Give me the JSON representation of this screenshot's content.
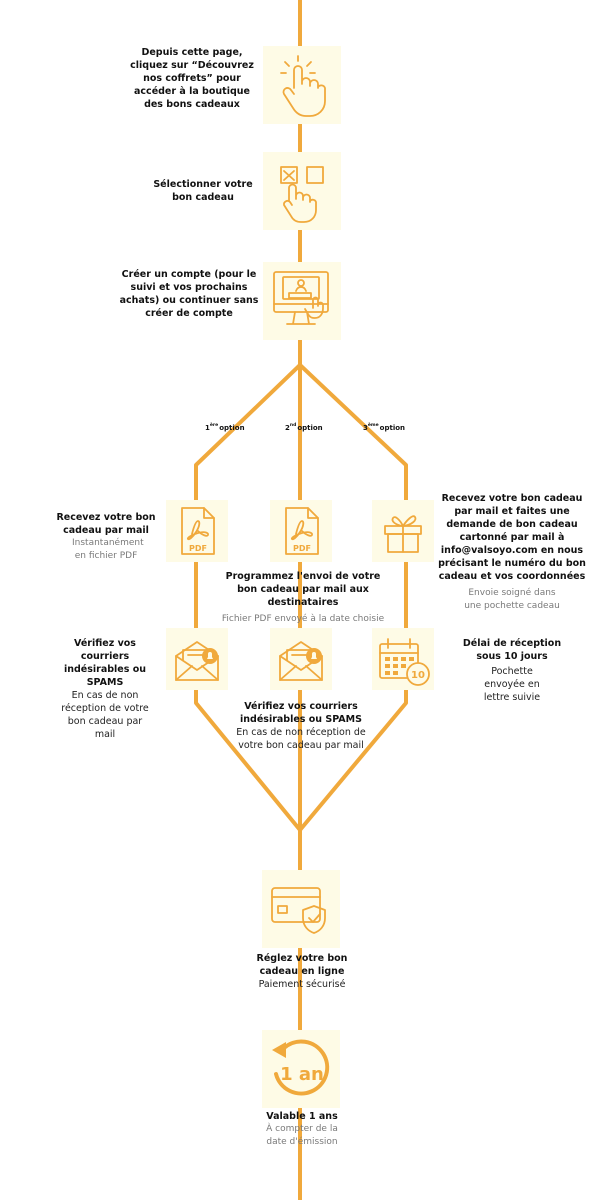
{
  "colors": {
    "accent": "#f0a93c",
    "box_bg": "#fefbe6"
  },
  "steps": {
    "s1": {
      "icon": "tap-hand-icon",
      "text": "Depuis cette page, cliquez sur “Découvrez nos coffrets” pour accéder à la boutique des bons cadeaux"
    },
    "s2": {
      "icon": "checkbox-hand-icon",
      "text": "Sélectionner votre bon cadeau"
    },
    "s3": {
      "icon": "computer-account-icon",
      "text": "Créer un compte (pour le suivi et vos prochains achats) ou continuer sans créer de compte"
    }
  },
  "options": {
    "o1": {
      "num": "1",
      "sup": "ère",
      "label": "option"
    },
    "o2": {
      "num": "2",
      "sup": "nd",
      "label": "option"
    },
    "o3": {
      "num": "3",
      "sup": "ème",
      "label": "option"
    }
  },
  "branch1": {
    "a_icon": "pdf-file-icon",
    "a_title": "Recevez votre bon cadeau par mail",
    "a_sub": "Instantanément en fichier PDF",
    "b_icon": "mail-notification-icon",
    "b_title": "Vérifiez vos courriers indésirables ou SPAMS",
    "b_sub": "En cas de non réception de votre bon cadeau par mail"
  },
  "branch2": {
    "a_icon": "pdf-file-icon",
    "a_title": "Programmez l'envoi de votre bon cadeau par mail aux destinataires",
    "a_sub": "Fichier PDF envoyé à la date choisie",
    "b_icon": "mail-notification-icon",
    "b_title": "Vérifiez vos courriers indésirables ou SPAMS",
    "b_sub": "En cas de non réception de votre bon cadeau par mail"
  },
  "branch3": {
    "a_icon": "gift-box-icon",
    "a_title": "Recevez votre bon cadeau par mail et faites une demande de bon cadeau cartonné par mail à info@valsoyo.com en nous précisant le numéro du bon cadeau et vos coordonnées",
    "a_sub": "Envoie soigné dans une pochette cadeau",
    "b_icon": "calendar-icon",
    "b_calendar_num": "10",
    "b_title": "Délai de réception sous 10 jours",
    "b_sub": "Pochette envoyée en lettre suivie"
  },
  "payment": {
    "icon": "secure-card-icon",
    "title": "Réglez votre bon cadeau en ligne",
    "sub": "Paiement sécurisé"
  },
  "validity": {
    "icon": "one-year-icon",
    "badge": "1 an",
    "title": "Valable 1 ans",
    "sub": "À compter de la date d'émission"
  }
}
